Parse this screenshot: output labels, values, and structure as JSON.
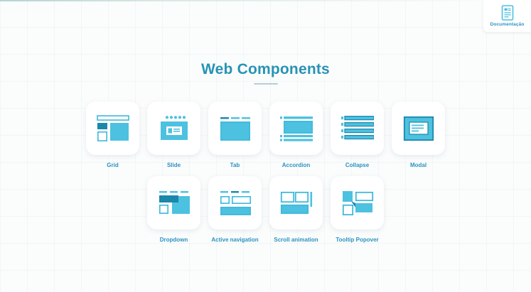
{
  "header": {
    "doc_button": {
      "label": "Documentação",
      "icon": "document-icon"
    }
  },
  "main": {
    "title": "Web Components",
    "rows": [
      {
        "items": [
          {
            "label": "Grid",
            "icon": "grid-layout-icon"
          },
          {
            "label": "Slide",
            "icon": "slide-carousel-icon"
          },
          {
            "label": "Tab",
            "icon": "tab-panel-icon"
          },
          {
            "label": "Accordion",
            "icon": "accordion-icon"
          },
          {
            "label": "Collapse",
            "icon": "collapse-icon"
          },
          {
            "label": "Modal",
            "icon": "modal-dialog-icon"
          }
        ]
      },
      {
        "items": [
          {
            "label": "Dropdown",
            "icon": "dropdown-menu-icon"
          },
          {
            "label": "Active navigation",
            "icon": "active-navigation-icon"
          },
          {
            "label": "Scroll animation",
            "icon": "scroll-animation-icon"
          },
          {
            "label": "Tooltip Popover",
            "icon": "tooltip-popover-icon"
          }
        ]
      }
    ]
  },
  "colors": {
    "title": "#2793b5",
    "label": "#2b93c0",
    "icon_light": "#4cc1e0",
    "icon_dark": "#1b87ab",
    "background": "#fbfcfc",
    "card": "#ffffff"
  }
}
